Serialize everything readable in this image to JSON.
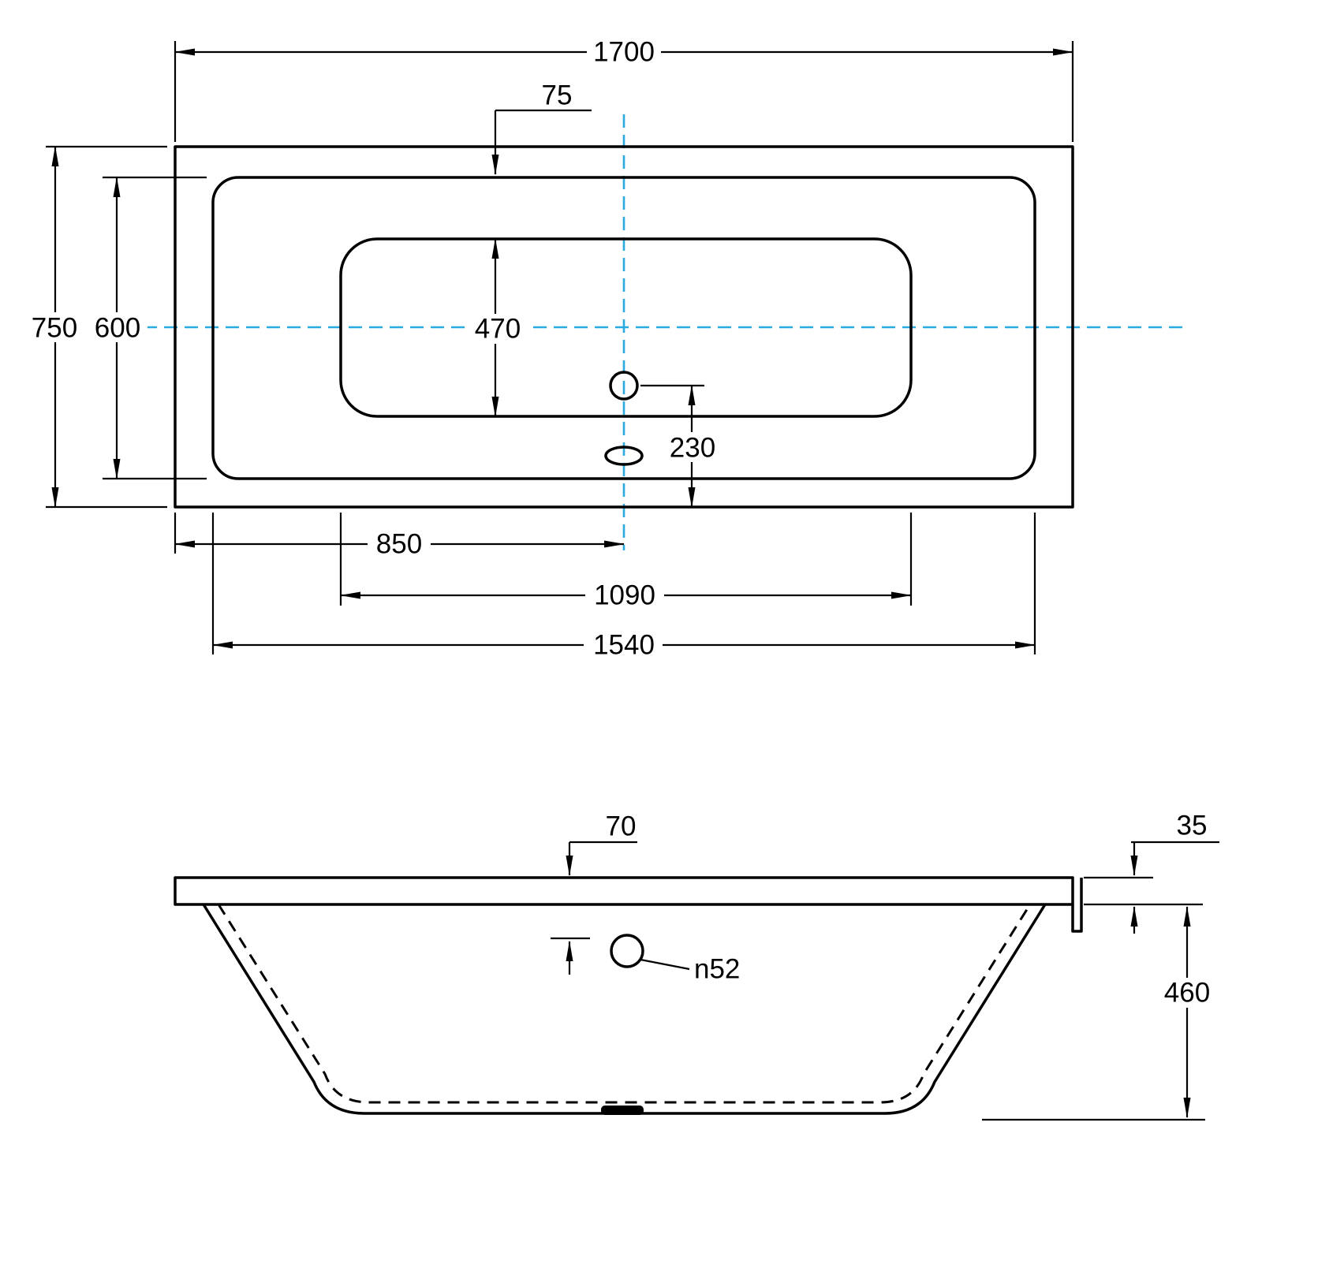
{
  "colors": {
    "line": "#000000",
    "centerline": "#29abe2",
    "background": "#ffffff"
  },
  "top_view": {
    "overall_length": "1700",
    "rim_top_offset": "75",
    "overall_width": "750",
    "inner_width": "600",
    "floor_width": "470",
    "overflow_offset": "230",
    "center_from_left": "850",
    "floor_length": "1090",
    "inner_length": "1540"
  },
  "side_view": {
    "hole_top_offset": "70",
    "rim_thickness": "35",
    "depth": "460",
    "hole_diameter": "n52"
  }
}
